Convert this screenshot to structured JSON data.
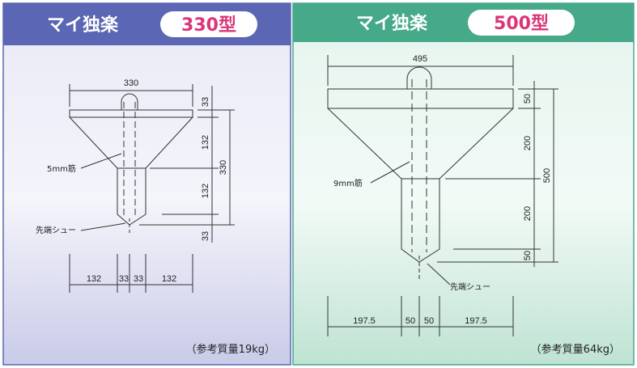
{
  "colors": {
    "left_header": "#5b66b4",
    "right_header": "#45a98a",
    "left_badge_text": "#d9367a",
    "right_badge_text": "#d9367a",
    "line": "#333333"
  },
  "left": {
    "product_name": "マイ独楽",
    "model": "330型",
    "weight_note": "（参考質量19kg）",
    "rebar_label": "5mm筋",
    "tip_label": "先端シュー",
    "dims": {
      "top_width": "330",
      "right_top": "33",
      "right_upper": "132",
      "right_lower": "132",
      "right_bottom": "33",
      "right_total": "330",
      "bottom_a": "132",
      "bottom_b": "33",
      "bottom_c": "33",
      "bottom_d": "132"
    }
  },
  "right": {
    "product_name": "マイ独楽",
    "model": "500型",
    "weight_note": "（参考質量64kg）",
    "rebar_label": "9mm筋",
    "tip_label": "先端シュー",
    "dims": {
      "top_width": "495",
      "right_top": "50",
      "right_upper": "200",
      "right_lower": "200",
      "right_bottom": "50",
      "right_total": "500",
      "bottom_a": "197.5",
      "bottom_b": "50",
      "bottom_c": "50",
      "bottom_d": "197.5"
    }
  }
}
